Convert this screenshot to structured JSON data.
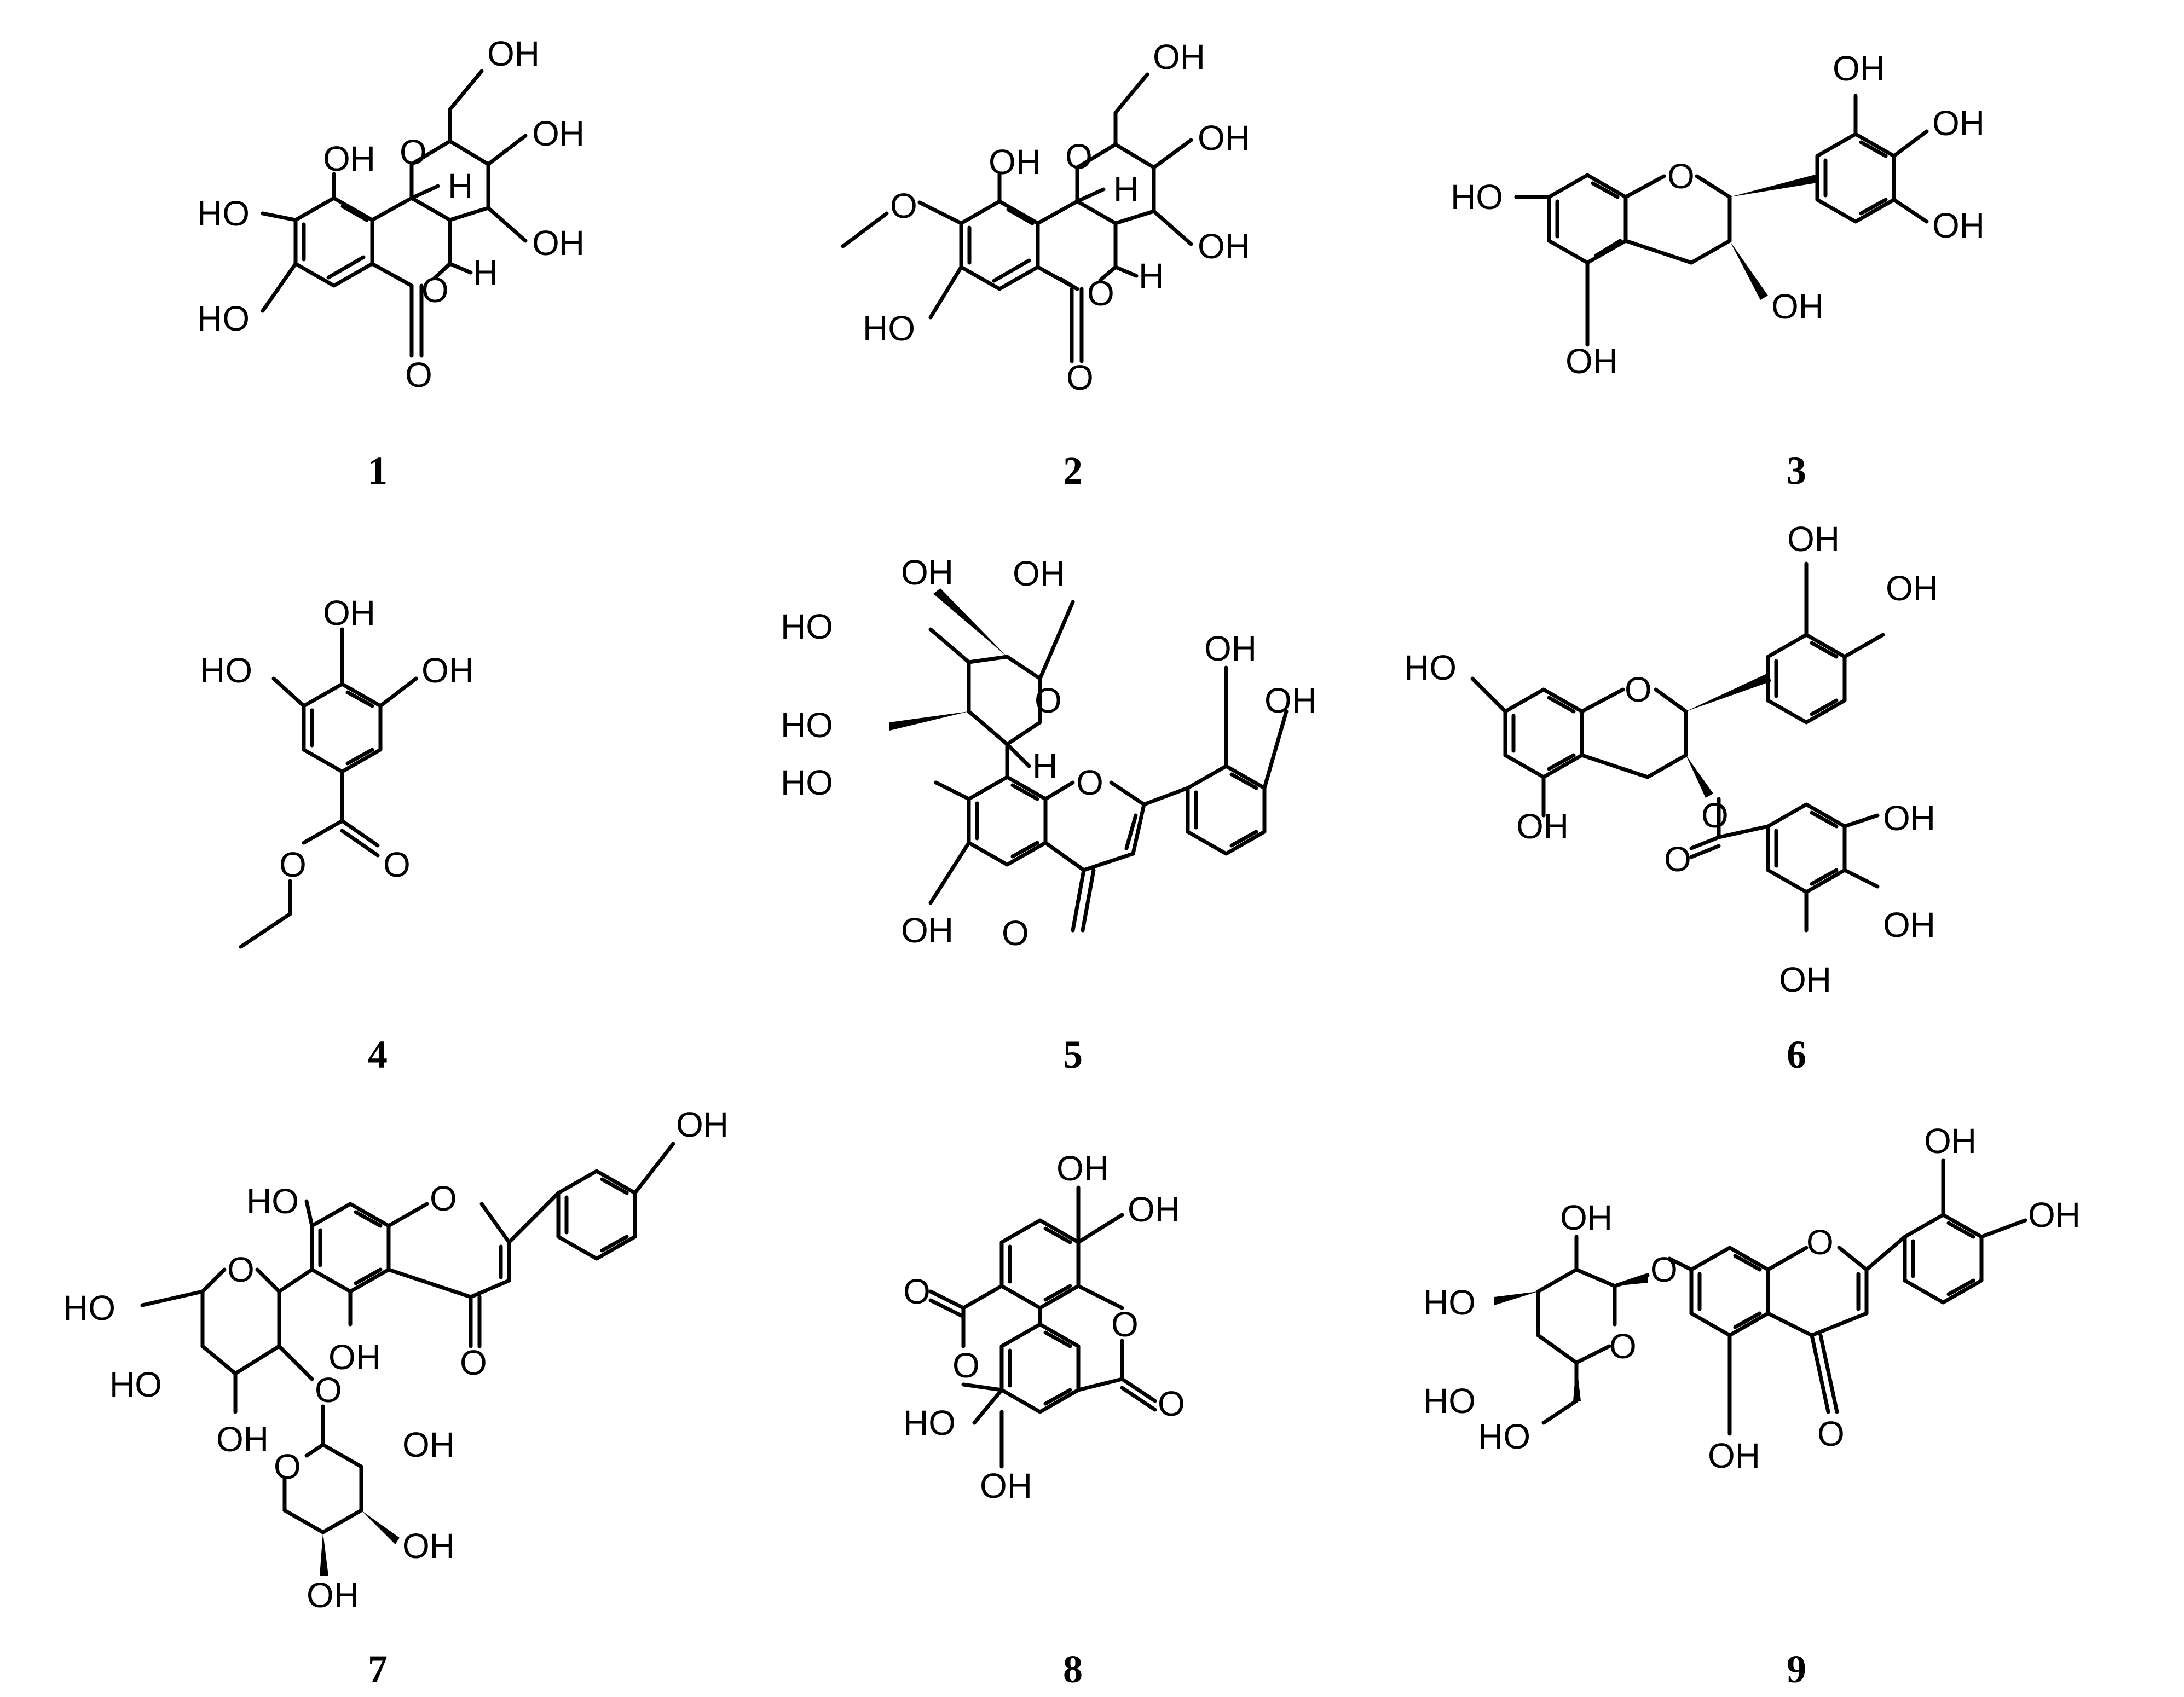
{
  "compounds": [
    {
      "number": "1",
      "labels": {
        "oh_ch2": "OH",
        "oh_9": "OH",
        "ho_8": "HO",
        "ho_7": "HO",
        "o_ring": "O",
        "h_1": "H",
        "oh_3": "OH",
        "oh_4": "OH",
        "h_4a": "H",
        "o_lactone": "O",
        "o_carbonyl": "O"
      }
    },
    {
      "number": "2",
      "labels": {
        "oh_ch2": "OH",
        "oh_9": "OH",
        "o_methoxy": "O",
        "ho_7": "HO",
        "o_ring": "O",
        "h_1": "H",
        "oh_3": "OH",
        "oh_4": "OH",
        "h_4a": "H",
        "o_lactone": "O",
        "o_carbonyl": "O"
      }
    },
    {
      "number": "3",
      "labels": {
        "oh_3p": "OH",
        "oh_4p": "OH",
        "oh_5p": "OH",
        "ho_7": "HO",
        "o_ring": "O",
        "oh_3": "OH",
        "oh_5": "OH"
      }
    },
    {
      "number": "4",
      "labels": {
        "oh_top": "OH",
        "ho_left": "HO",
        "oh_right": "OH",
        "o_ester": "O",
        "o_carbonyl": "O"
      }
    },
    {
      "number": "5",
      "labels": {
        "oh_sugar_top": "OH",
        "oh_ch2": "OH",
        "ho_sugar_a": "HO",
        "o_sugar": "O",
        "ho_sugar_b": "HO",
        "h_anomer": "H",
        "oh_3p": "OH",
        "oh_4p": "OH",
        "ho_7": "HO",
        "o_ring": "O",
        "oh_5": "OH",
        "o_carbonyl": "O"
      }
    },
    {
      "number": "6",
      "labels": {
        "oh_3p": "OH",
        "oh_4p": "OH",
        "ho_7": "HO",
        "o_ring": "O",
        "o_ester": "O",
        "oh_5": "OH",
        "o_carbonyl": "O",
        "oh_g3": "OH",
        "oh_g4": "OH",
        "oh_g5": "OH"
      }
    },
    {
      "number": "7",
      "labels": {
        "oh_4p": "OH",
        "ho_7": "HO",
        "o_ring": "O",
        "ho_ch2": "HO",
        "o_glc": "O",
        "oh_5": "OH",
        "o_carbonyl": "O",
        "ho_glc_4": "HO",
        "o_link": "O",
        "oh_glc_3": "OH",
        "o_xyl": "O",
        "oh_xyl_2": "OH",
        "oh_xyl_3": "OH",
        "oh_xyl_4": "OH"
      }
    },
    {
      "number": "8",
      "labels": {
        "oh_t1": "OH",
        "oh_t2": "OH",
        "o_carbonyl_l": "O",
        "o_lactone_r": "O",
        "o_lactone_l": "O",
        "o_carbonyl_r": "O",
        "ho_b1": "HO",
        "oh_b2": "OH"
      }
    },
    {
      "number": "9",
      "labels": {
        "oh_3p": "OH",
        "oh_4p": "OH",
        "oh_glc_2": "OH",
        "ho_glc_3": "HO",
        "o_glyc": "O",
        "o_ring": "O",
        "ho_glc_4": "HO",
        "o_glc": "O",
        "oh_5": "OH",
        "o_carbonyl": "O",
        "ho_ch2": "HO"
      }
    }
  ]
}
